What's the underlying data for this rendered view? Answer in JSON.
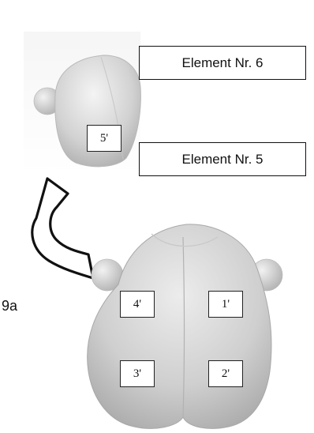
{
  "figure_label": "9a",
  "callouts": {
    "element_6": "Element Nr. 6",
    "element_5": "Element Nr. 5"
  },
  "tags": {
    "top_piece": "5'",
    "tl": "4'",
    "tr": "1'",
    "bl": "3'",
    "br": "2'"
  }
}
